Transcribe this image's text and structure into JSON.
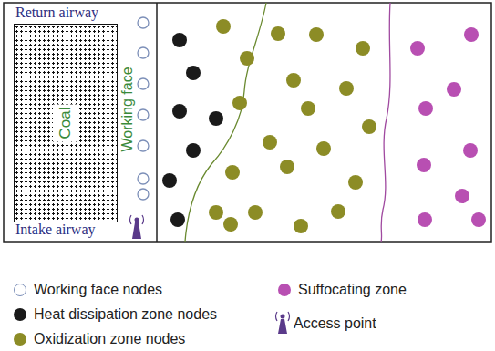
{
  "diagram": {
    "nodes": [
      {
        "text": [
          "Coal"
        ]
      }
    ],
    "edges": [],
    "labels": [
      "Return airway",
      "Intake airway",
      "Working face"
    ],
    "legend": [
      {
        "text": "Working face nodes"
      },
      {
        "text": "Heat dissipation zone nodes",
        "color": "#1a1a1a"
      },
      {
        "text": "Oxidization zone nodes",
        "color": "#8c8c26"
      },
      {
        "text": "Suffocating zone",
        "color": "#b84fb2"
      },
      {
        "text": "Access point"
      }
    ]
  }
}
